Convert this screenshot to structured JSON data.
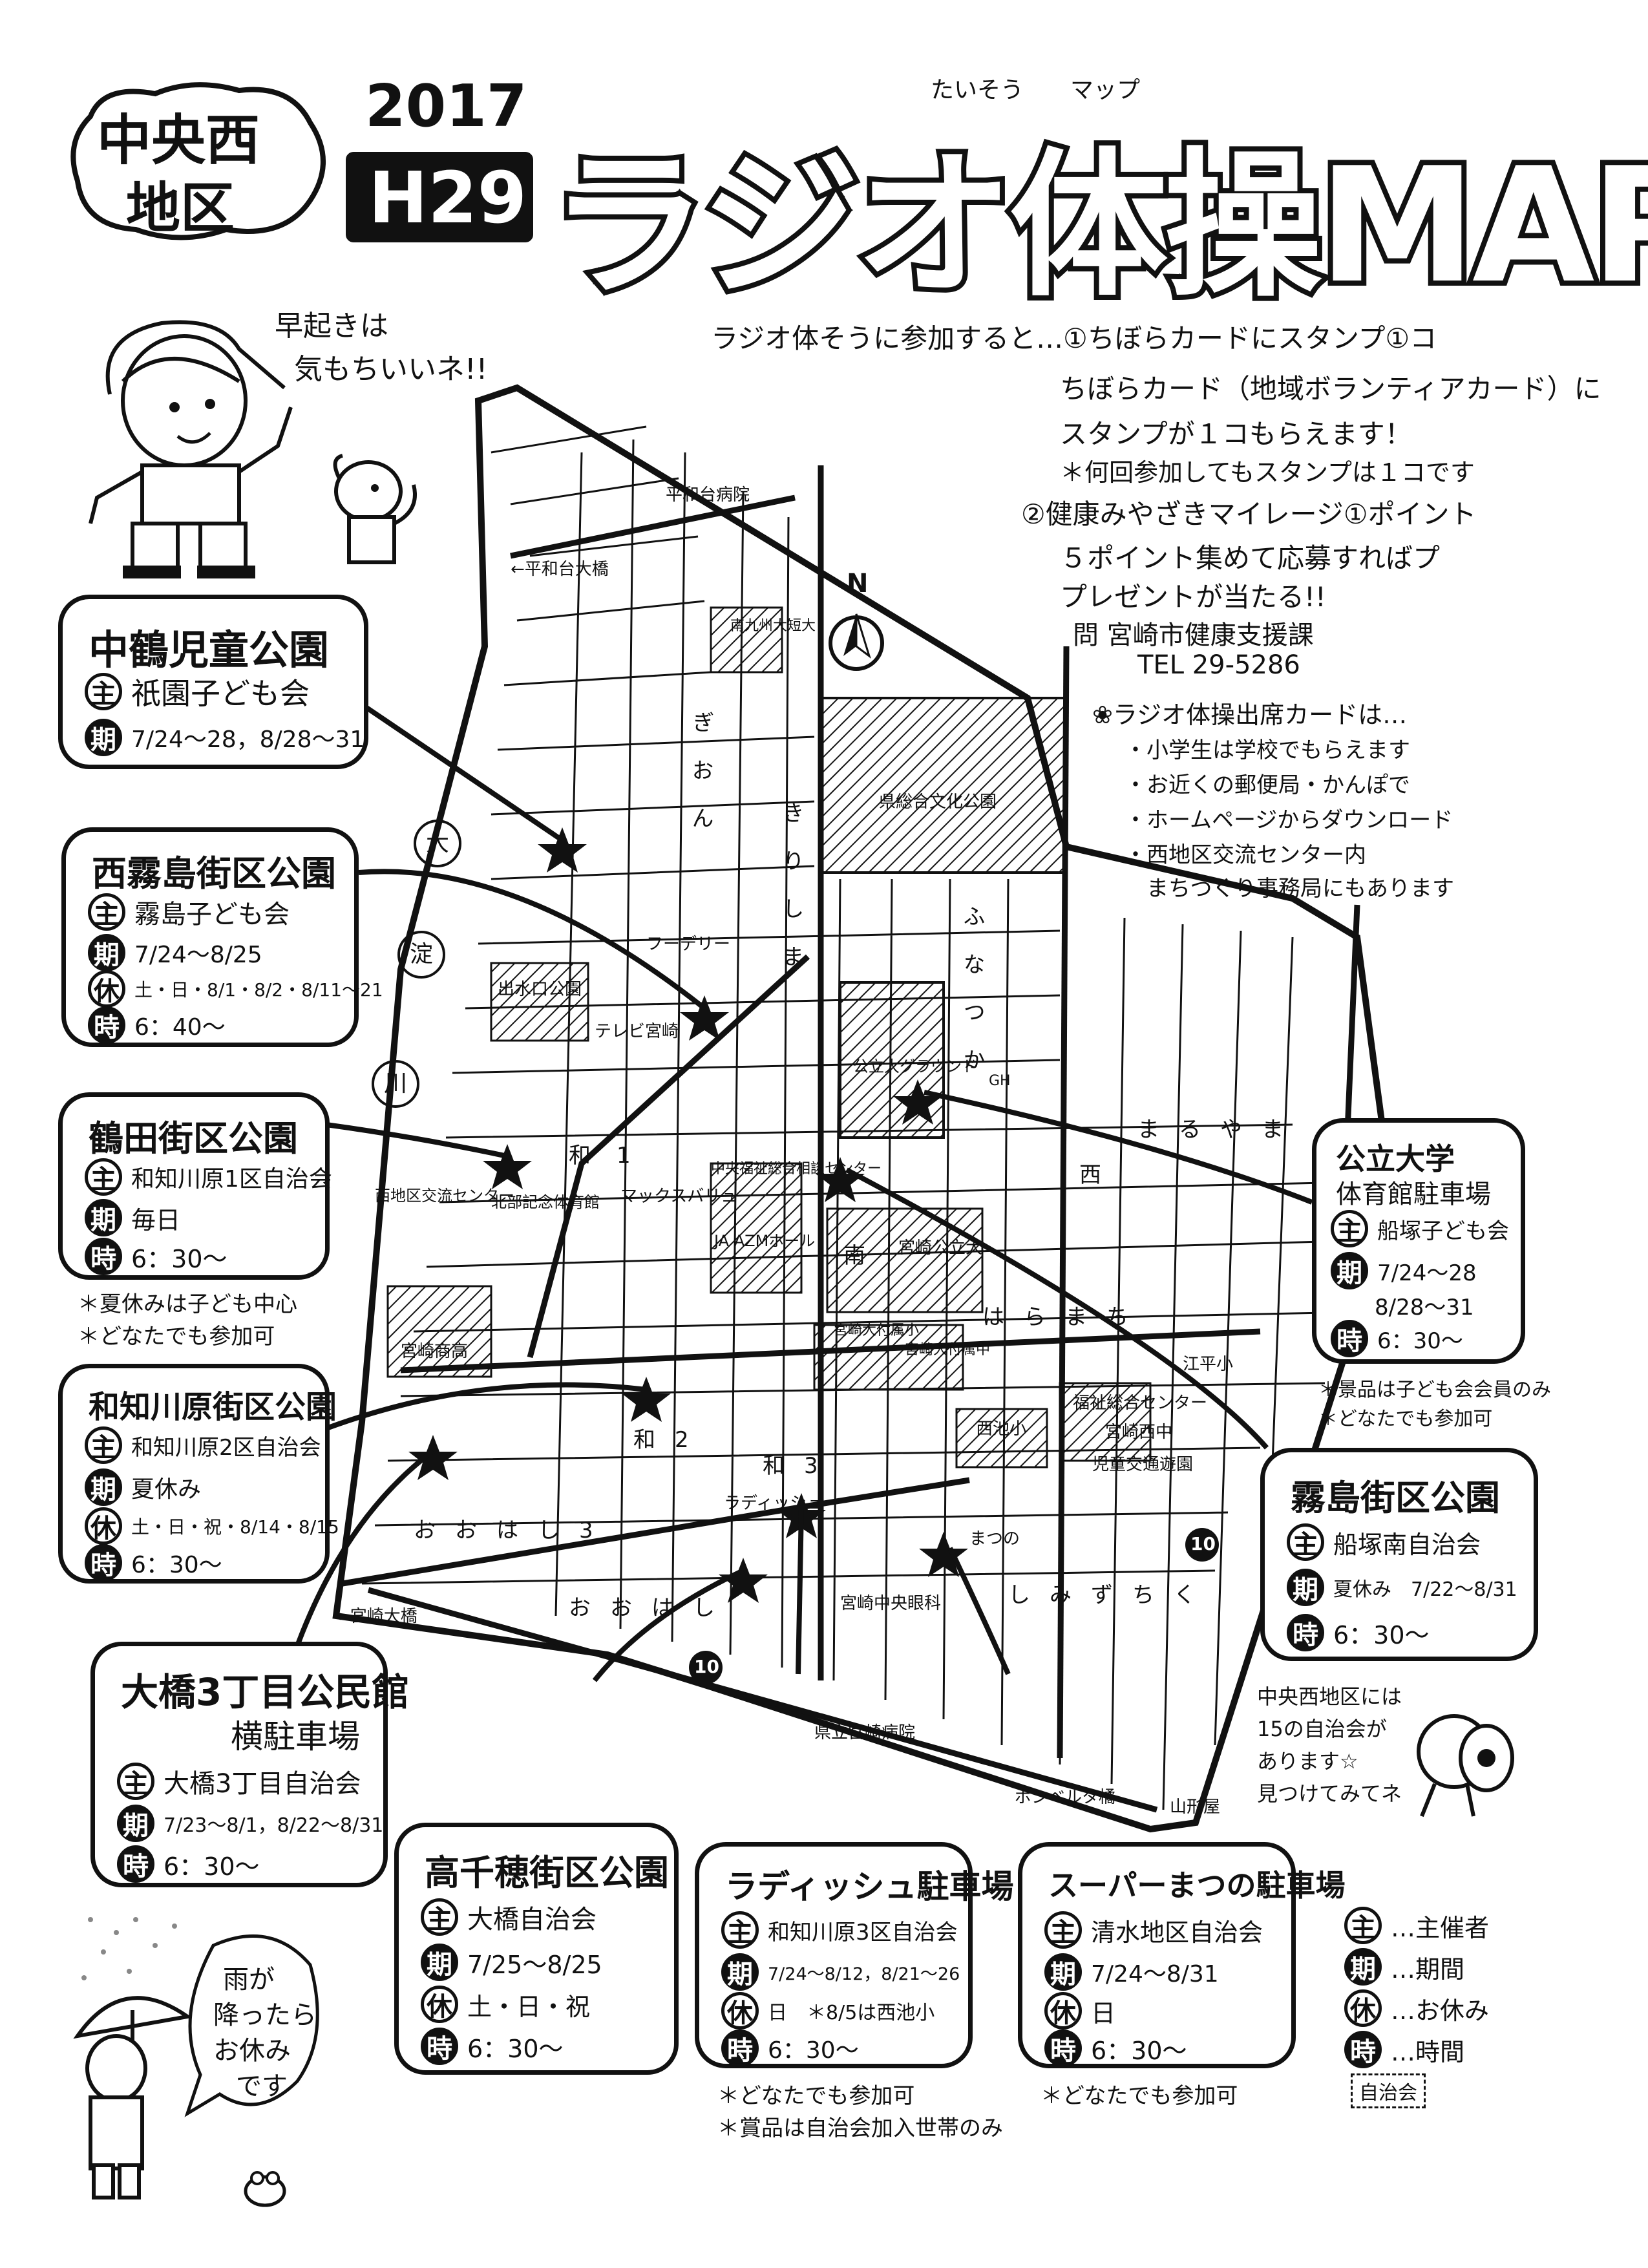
{
  "header": {
    "district": "中央西\n地区",
    "district_lines": [
      "中央西",
      "地区"
    ],
    "year": "2017",
    "era": "H29",
    "title": "ラジオ体操MAP",
    "title_ruby": "たいそう　　マップ"
  },
  "intro": {
    "mascot_speech": "早起きは\n気もちいいネ!!",
    "speech_lines": [
      "早起きは",
      "気もちいいネ!!"
    ],
    "lines": [
      "ラジオ体そうに参加すると…①ちぼらカードにスタンプ①コ",
      "ちぼらカード（地域ボランティアカード）に",
      "スタンプが１コもらえます！",
      "＊何回参加してもスタンプは１コです",
      "②健康みやざきマイレージ①ポイント",
      "５ポイント集めて応募すればプ",
      "プレゼントが当たる!!",
      "問 宮崎市健康支援課",
      "TEL 29-5286"
    ],
    "card_title": "❀ラジオ体操出席カードは…",
    "card_items": [
      "・小学生は学校でもらえます",
      "・お近くの郵便局・かんぽで",
      "・ホームページからダウンロード",
      "・西地区交流センター内",
      "　まちづくり事務局にもあります"
    ]
  },
  "venues": [
    {
      "name": "中鶴児童公園",
      "organizer": "祇園子ども会",
      "period": "7/24～28，8/28～31"
    },
    {
      "name": "西霧島街区公園",
      "organizer": "霧島子ども会",
      "period": "7/24～8/25",
      "closed": "土・日・8/1・8/2・8/11～21",
      "time": "6：40～"
    },
    {
      "name": "鶴田街区公園",
      "organizer": "和知川原1区自治会",
      "period": "毎日",
      "time": "6：30～",
      "notes": [
        "＊夏休みは子ども中心",
        "＊どなたでも参加可"
      ]
    },
    {
      "name": "和知川原街区公園",
      "organizer": "和知川原2区自治会",
      "period": "夏休み",
      "closed": "土・日・祝・8/14・8/15",
      "time": "6：30～"
    },
    {
      "name": "大橋3丁目公民館",
      "name2": "横駐車場",
      "organizer": "大橋3丁目自治会",
      "period": "7/23～8/1，8/22～8/31",
      "time": "6：30～"
    },
    {
      "name": "高千穂街区公園",
      "organizer": "大橋自治会",
      "period": "7/25～8/25",
      "closed": "土・日・祝",
      "time": "6：30～"
    },
    {
      "name": "ラディッシュ駐車場",
      "organizer": "和知川原3区自治会",
      "period": "7/24～8/12，8/21～26",
      "closed": "日　＊8/5は西池小",
      "time": "6：30～",
      "notes": [
        "＊どなたでも参加可",
        "＊賞品は自治会加入世帯のみ"
      ]
    },
    {
      "name": "スーパーまつの駐車場",
      "organizer": "清水地区自治会",
      "period": "7/24～8/31",
      "closed": "日",
      "time": "6：30～",
      "notes": [
        "＊どなたでも参加可"
      ]
    },
    {
      "name": "公立大学",
      "name2": "体育館駐車場",
      "organizer": "船塚子ども会",
      "period": "7/24～28",
      "period2": "8/28～31",
      "time": "6：30～",
      "notes": [
        "＊景品は子ども会会員のみ",
        "＊どなたでも参加可"
      ]
    },
    {
      "name": "霧島街区公園",
      "organizer": "船塚南自治会",
      "period": "夏休み　7/22～8/31",
      "time": "6：30～"
    }
  ],
  "badges": {
    "organizer": "主",
    "period": "期",
    "closed": "休",
    "time": "時"
  },
  "map": {
    "north": "N",
    "circles": [
      "大",
      "淀",
      "川"
    ],
    "labels": [
      "平和台病院",
      "←平和台大橋",
      "南九州大短大",
      "県総合文化公園",
      "フーデリー",
      "出水口公園",
      "テレビ宮崎",
      "西地区交流センター",
      "北部記念体育館",
      "マックスバリュ",
      "中央福祉総合相談センター",
      "JA AZMホール",
      "宮崎公立大",
      "公立大グラウンド",
      "宮崎商高",
      "宮崎大付属小",
      "宮崎大付属中",
      "西池小",
      "江平小",
      "福祉総合センター",
      "宮崎西中",
      "児童交通遊園",
      "ラディッシュ",
      "まつの",
      "宮崎中央眼科",
      "県立宮崎病院",
      "←宮崎大橋",
      "ボンベルタ橘",
      "山形屋",
      "GH",
      "ぎおん",
      "きりしま",
      "ふなつか",
      "まるやま",
      "和1",
      "和2",
      "和3",
      "はらまち",
      "おおはし3",
      "おおはし",
      "しみずちく",
      "西",
      "南"
    ],
    "route": "10"
  },
  "legend": {
    "items": [
      {
        "badge": "主",
        "text": "…主催者"
      },
      {
        "badge": "期",
        "text": "…期間"
      },
      {
        "badge": "休",
        "text": "…お休み"
      },
      {
        "badge": "時",
        "text": "…時間"
      }
    ],
    "jichikai": "自治会"
  },
  "footer": {
    "rain": "雨が\n降ったら\nお休み\nです",
    "rain_lines": [
      "雨が",
      "降ったら",
      "お休み",
      "です"
    ],
    "count_lines": [
      "中央西地区には",
      "15の自治会が",
      "あります☆",
      "見つけてみてネ"
    ]
  }
}
